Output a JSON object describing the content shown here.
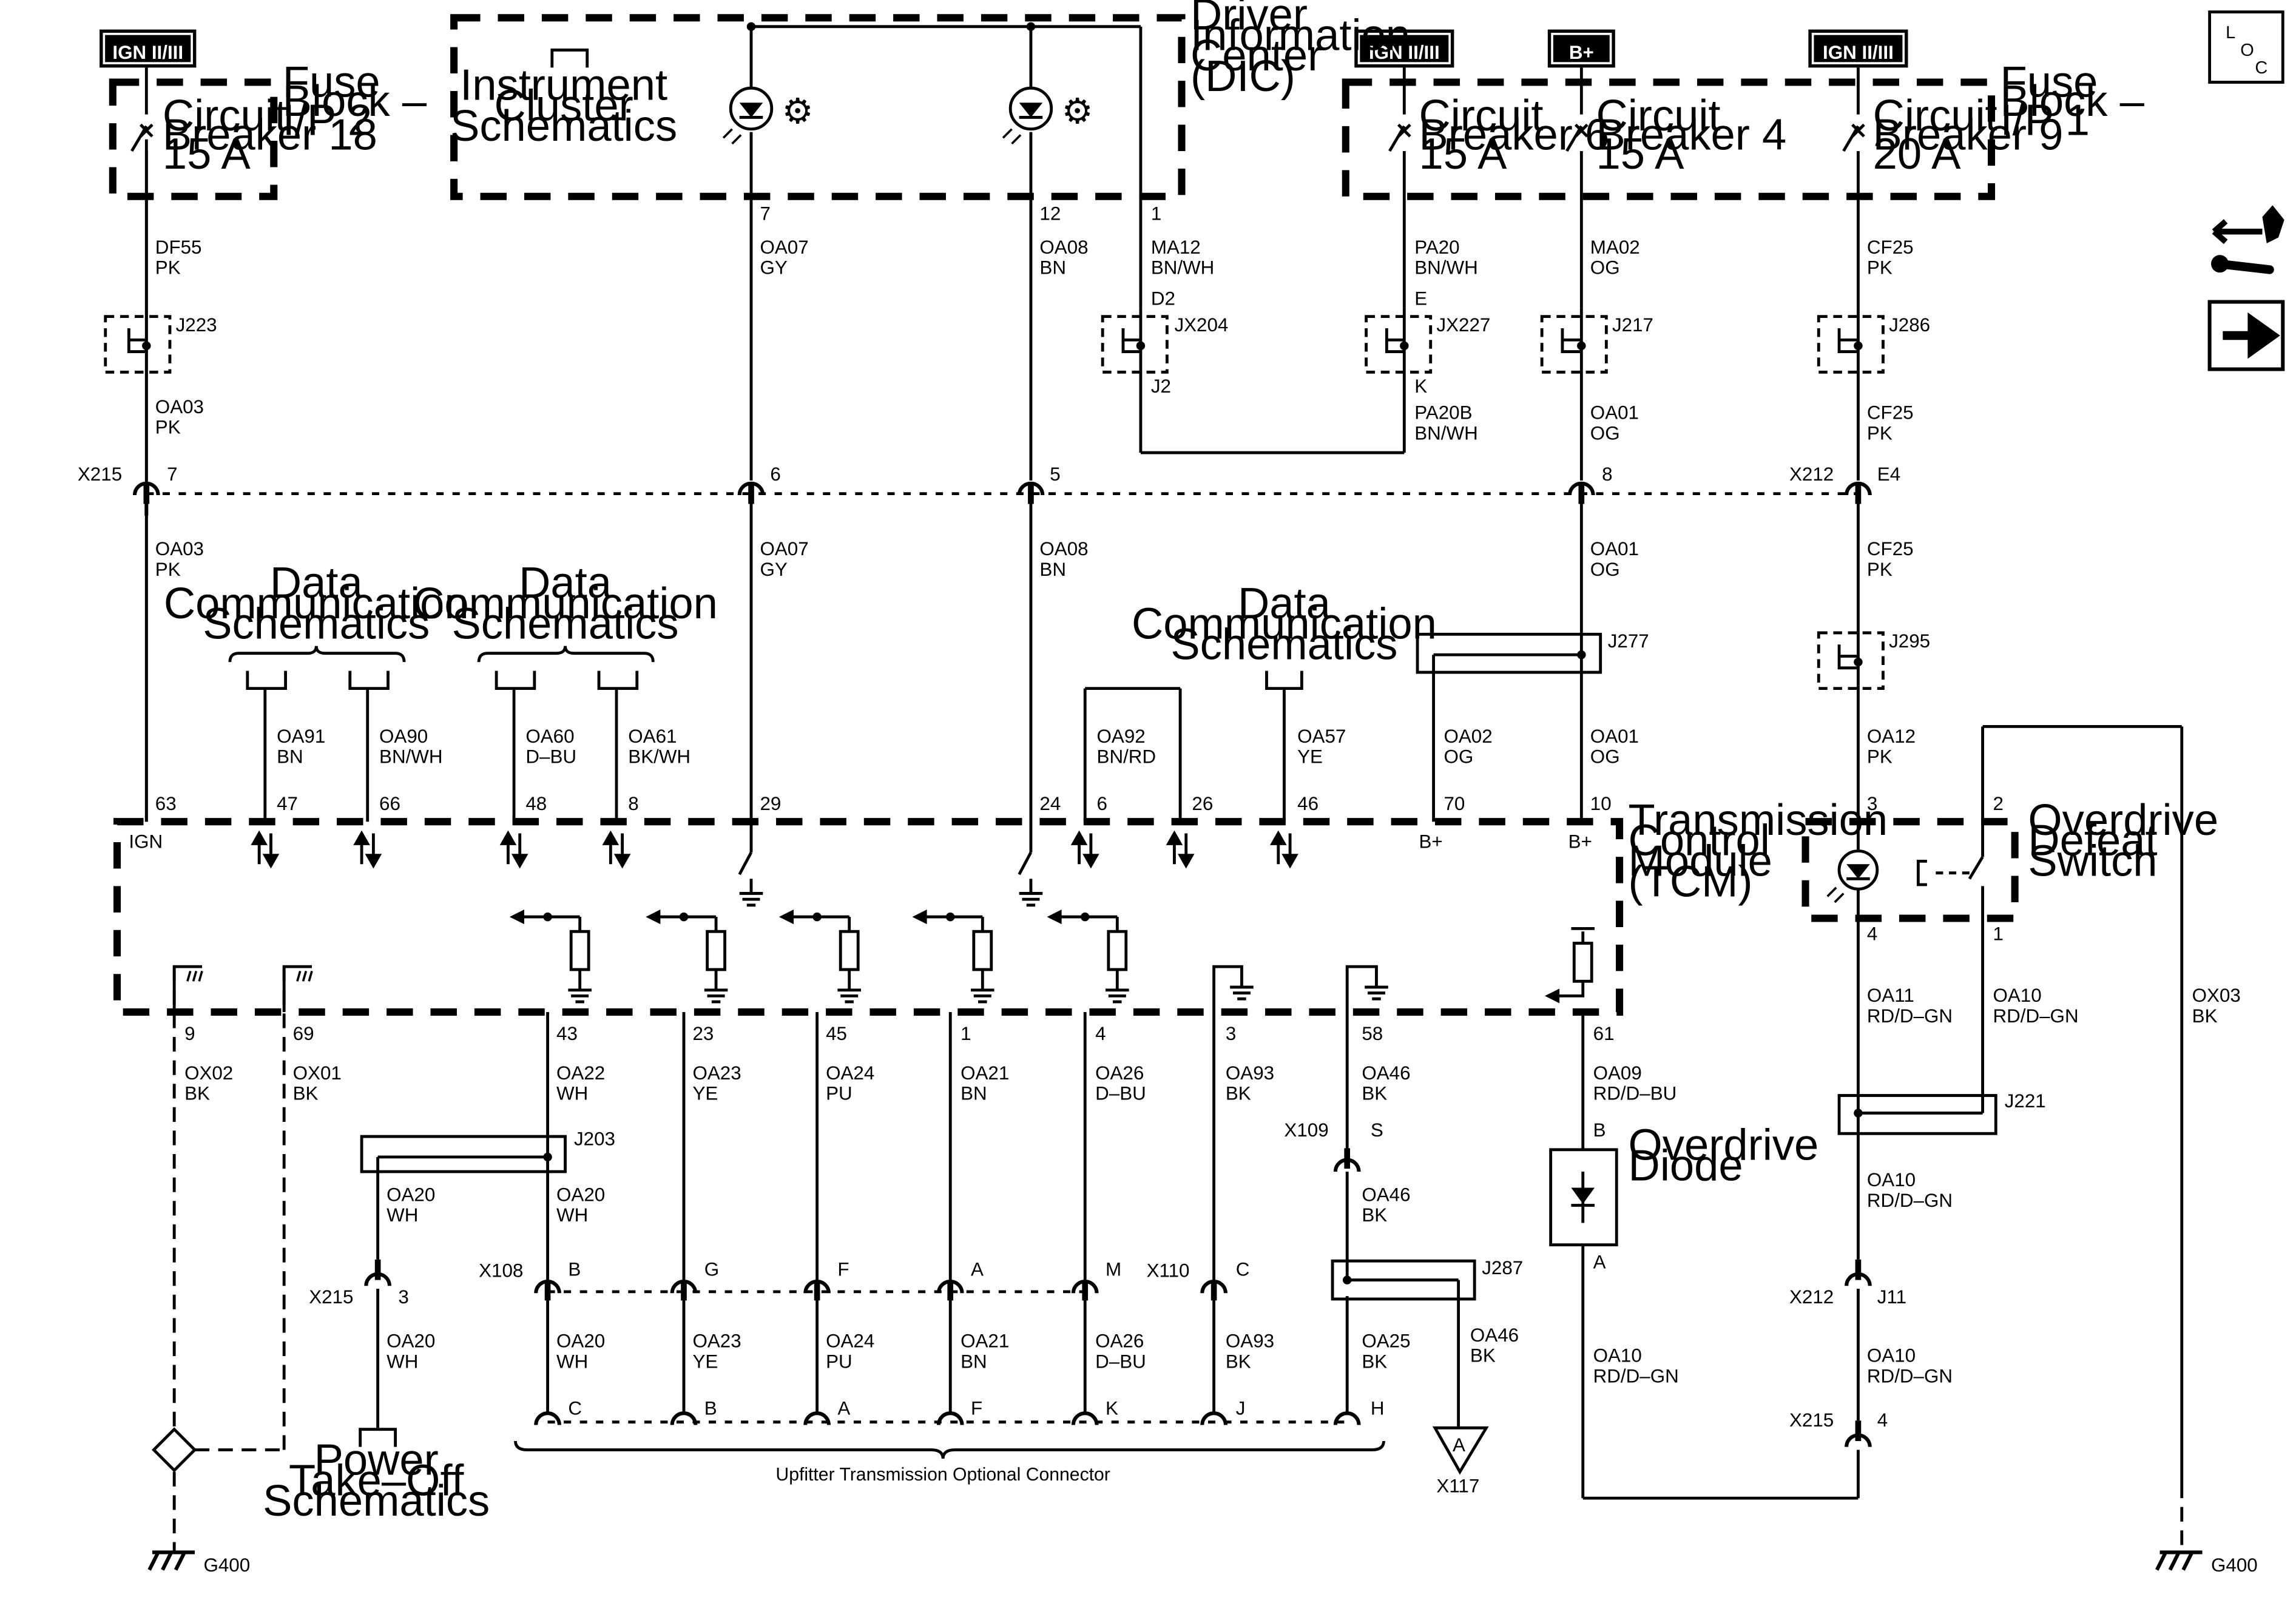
{
  "power_sources": {
    "ign_left": "IGN II/III",
    "ign_mid": "IGN II/III",
    "bplus": "B+",
    "ign_right": "IGN II/III"
  },
  "locator": {
    "l": "L",
    "o": "O",
    "c": "C"
  },
  "blocks": {
    "fuse_block_ip2": "Fuse\nBlock –\nI/P 2",
    "fuse_block_ip1": "Fuse\nBlock –\nI/P 1",
    "dic": "Driver\nInformation\nCenter\n(DIC)",
    "instrument_cluster": "Instrument\nCluster\nSchematics",
    "tcm": "Transmission\nControl\nModule\n(TCM)",
    "overdrive_defeat": "Overdrive\nDefeat\nSwitch",
    "overdrive_diode": "Overdrive\nDiode",
    "data_comm_1": "Data\nCommunication\nSchematics",
    "data_comm_2": "Data\nCommunication\nSchematics",
    "data_comm_3": "Data\nCommunication\nSchematics",
    "pto": "Power\nTake–Off\nSchematics",
    "upfitter": "Upfitter Transmission Optional Connector"
  },
  "breakers": {
    "cb18": "Circuit\nBreaker 18\n15 A",
    "cb6": "Circuit\nBreaker 6\n15 A",
    "cb4": "Circuit\nBreaker 4\n15 A",
    "cb9": "Circuit\nBreaker 9\n20 A"
  },
  "splices": {
    "j223": "J223",
    "jx204": "JX204",
    "jx227": "JX227",
    "j217": "J217",
    "j286": "J286",
    "j277": "J277",
    "j295": "J295",
    "j203": "J203",
    "j221": "J221",
    "j287": "J287"
  },
  "connectors": {
    "x215_top": "X215",
    "x212_top": "X212",
    "x108": "X108",
    "x110": "X110",
    "x109": "X109",
    "x215_pto": "X215",
    "x212_bot": "X212",
    "x215_bot": "X215",
    "x117": "X117",
    "g400_left": "G400",
    "g400_right": "G400"
  },
  "wires": {
    "df55": "DF55\nPK",
    "oa03a": "OA03\nPK",
    "oa03b": "OA03\nPK",
    "oa07a": "OA07\nGY",
    "oa07b": "OA07\nGY",
    "oa08a": "OA08\nBN",
    "oa08b": "OA08\nBN",
    "ma12": "MA12\nBN/WH",
    "pa20": "PA20\nBN/WH",
    "pa20b": "PA20B\nBN/WH",
    "ma02": "MA02\nOG",
    "oa01a": "OA01\nOG",
    "oa01b": "OA01\nOG",
    "oa01c": "OA01\nOG",
    "cf25a": "CF25\nPK",
    "cf25b": "CF25\nPK",
    "cf25c": "CF25\nPK",
    "oa91": "OA91\nBN",
    "oa90": "OA90\nBN/WH",
    "oa60": "OA60\nD–BU",
    "oa61": "OA61\nBK/WH",
    "oa92": "OA92\nBN/RD",
    "oa57": "OA57\nYE",
    "oa02": "OA02\nOG",
    "oa12": "OA12\nPK",
    "ox02": "OX02\nBK",
    "ox01": "OX01\nBK",
    "oa22": "OA22\nWH",
    "oa23a": "OA23\nYE",
    "oa24a": "OA24\nPU",
    "oa21a": "OA21\nBN",
    "oa26a": "OA26\nD–BU",
    "oa93a": "OA93\nBK",
    "oa46a": "OA46\nBK",
    "oa46b": "OA46\nBK",
    "oa09": "OA09\nRD/D–BU",
    "oa11": "OA11\nRD/D–GN",
    "oa10a": "OA10\nRD/D–GN",
    "ox03": "OX03\nBK",
    "oa20a": "OA20\nWH",
    "oa20b": "OA20\nWH",
    "oa20c": "OA20\nWH",
    "oa20d": "OA20\nWH",
    "oa23b": "OA23\nYE",
    "oa24b": "OA24\nPU",
    "oa21b": "OA21\nBN",
    "oa26b": "OA26\nD–BU",
    "oa93b": "OA93\nBK",
    "oa25": "OA25\nBK",
    "oa46c": "OA46\nBK",
    "oa10b": "OA10\nRD/D–GN",
    "oa10c": "OA10\nRD/D–GN",
    "oa10d": "OA10\nRD/D–GN"
  },
  "pins": {
    "dic_7": "7",
    "dic_12": "12",
    "dic_1": "1",
    "x215_7": "7",
    "x215_6": "6",
    "x215_5": "5",
    "x215_8": "8",
    "x212_e4": "E4",
    "jx204_d2": "D2",
    "jx204_j2": "J2",
    "jx227_e": "E",
    "jx227_k": "K",
    "t63": "63",
    "t47": "47",
    "t66": "66",
    "t48": "48",
    "t8": "8",
    "t29": "29",
    "t24": "24",
    "t6": "6",
    "t26": "26",
    "t46": "46",
    "t70": "70",
    "t10": "10",
    "ign": "IGN",
    "bplus_a": "B+",
    "bplus_b": "B+",
    "sw3": "3",
    "sw2": "2",
    "sw4": "4",
    "sw1": "1",
    "b9": "9",
    "b69": "69",
    "b43": "43",
    "b23": "23",
    "b45": "45",
    "b1": "1",
    "b4": "4",
    "b3": "3",
    "b58": "58",
    "b61": "61",
    "x108_b": "B",
    "x108_g": "G",
    "x108_f": "F",
    "x108_a": "A",
    "x108_m": "M",
    "x110_c": "C",
    "x109_s": "S",
    "x215_3": "3",
    "up_c": "C",
    "up_b": "B",
    "up_a": "A",
    "up_f": "F",
    "up_k": "K",
    "up_j": "J",
    "up_h": "H",
    "diode_b": "B",
    "diode_a": "A",
    "x212_j11": "J11",
    "x215_4": "4",
    "x117_a": "A"
  }
}
